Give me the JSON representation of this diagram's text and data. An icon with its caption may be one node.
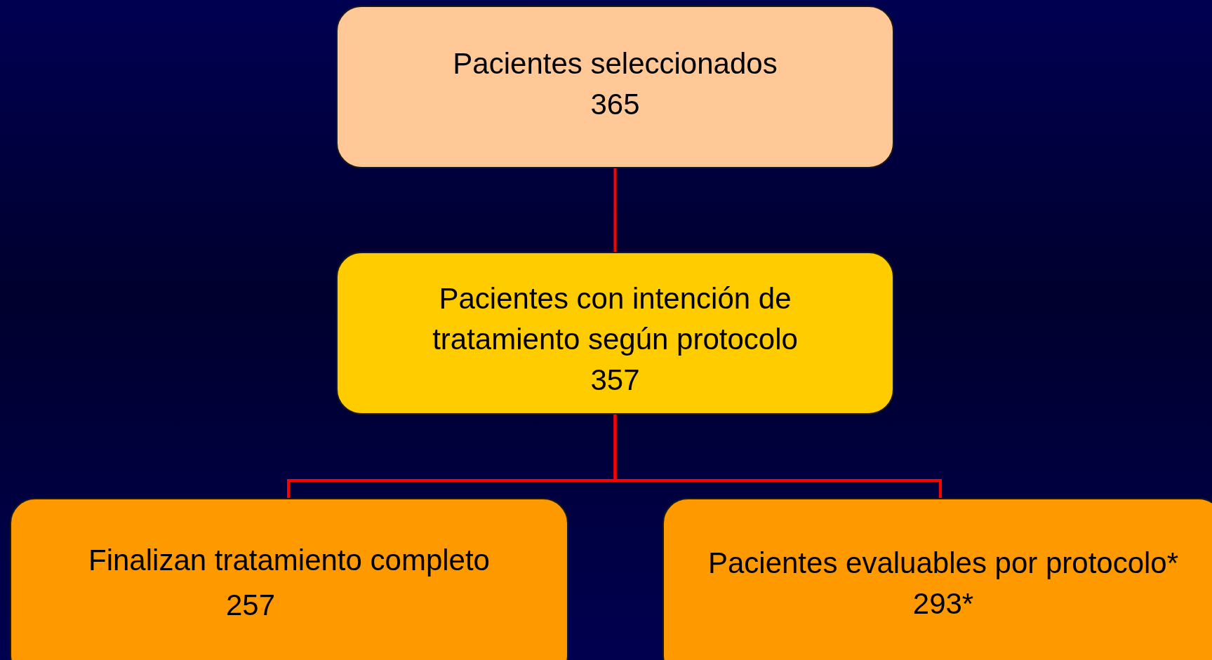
{
  "diagram": {
    "nodes": [
      {
        "text": [
          "Pacientes seleccionados",
          "365"
        ]
      },
      {
        "text": [
          "Pacientes con intención de tratamiento según protocolo",
          "357"
        ]
      },
      {
        "text": [
          "Finalizan tratamiento completo",
          "257"
        ]
      },
      {
        "text": [
          "Pacientes evaluables por protocolo*",
          "293*"
        ]
      }
    ],
    "edges": [
      {
        "from": 0,
        "to": 1,
        "arrow": "none"
      },
      {
        "from": 1,
        "to": 2,
        "arrow": "none"
      },
      {
        "from": 1,
        "to": 3,
        "arrow": "none"
      }
    ]
  }
}
